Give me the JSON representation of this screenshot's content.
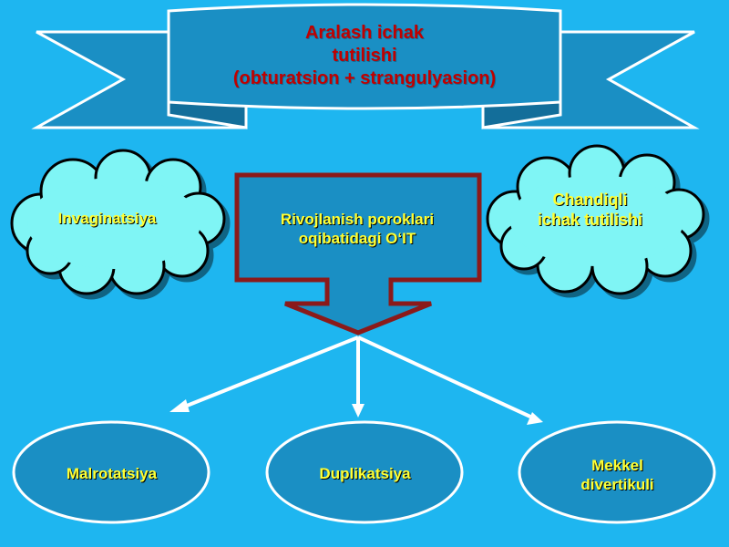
{
  "banner": {
    "lines": [
      "Aralash ichak",
      "tutilishi",
      "(obturatsion + strangulyasion)"
    ]
  },
  "center_box": {
    "lines": [
      "Rivojlanish poroklari",
      "oqibatidagi O‘IT"
    ]
  },
  "cloud_left": {
    "lines": [
      "Invaginatsiya"
    ]
  },
  "cloud_right": {
    "lines": [
      "Chandiqli",
      "ichak tutilishi"
    ]
  },
  "ovals": [
    {
      "lines": [
        "Malrotatsiya"
      ]
    },
    {
      "lines": [
        "Duplikatsiya"
      ]
    },
    {
      "lines": [
        "Mekkel",
        "divertikuli"
      ]
    }
  ],
  "colors": {
    "background": "#1EB6F0",
    "shape_fill": "#1A8FC4",
    "cloud_fill": "#7FF5F5",
    "arrow_outline": "#8B1A1A",
    "title_text": "#C00000",
    "label_text": "#FFFF33"
  }
}
